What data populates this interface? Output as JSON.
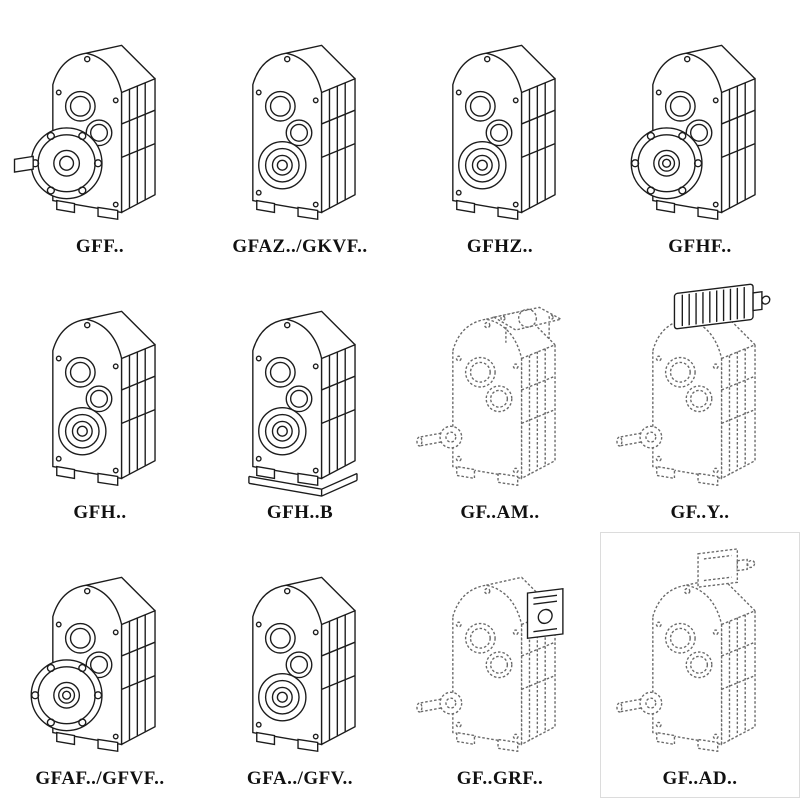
{
  "page": {
    "background": "#ffffff",
    "line_color": "#1c1c1c",
    "phantom_line_color": "#6a6a6a"
  },
  "grid": {
    "columns": 4,
    "rows": 3,
    "items": [
      {
        "label": "GFF..",
        "variant": "flange-shaft",
        "line_style": "solid",
        "framed": false,
        "icon": "gearbox-flange-solid-shaft-drawing"
      },
      {
        "label": "GFAZ../GKVF..",
        "variant": "hollow",
        "line_style": "solid",
        "framed": false,
        "icon": "gearbox-hollow-shaft-drawing"
      },
      {
        "label": "GFHZ..",
        "variant": "hollow",
        "line_style": "solid",
        "framed": false,
        "icon": "gearbox-hollow-shaft-drawing"
      },
      {
        "label": "GFHF..",
        "variant": "flange-hollow",
        "line_style": "solid",
        "framed": false,
        "icon": "gearbox-flange-hollow-drawing"
      },
      {
        "label": "GFH..",
        "variant": "hollow",
        "line_style": "solid",
        "framed": false,
        "icon": "gearbox-hollow-shaft-drawing"
      },
      {
        "label": "GFH..B",
        "variant": "hollow-base",
        "line_style": "solid",
        "framed": false,
        "icon": "gearbox-hollow-shaft-base-drawing"
      },
      {
        "label": "GF..AM..",
        "variant": "flange-top",
        "line_style": "dashed",
        "framed": false,
        "icon": "gearbox-iec-adapter-phantom-drawing"
      },
      {
        "label": "GF..Y..",
        "variant": "motor-top",
        "line_style": "dashed",
        "framed": false,
        "icon": "gearmotor-phantom-drawing"
      },
      {
        "label": "GFAF../GFVF..",
        "variant": "flange-hollow",
        "line_style": "solid",
        "framed": false,
        "icon": "gearbox-output-flange-drawing"
      },
      {
        "label": "GFA../GFV..",
        "variant": "hollow",
        "line_style": "solid",
        "framed": false,
        "icon": "gearbox-hollow-shaft-drawing"
      },
      {
        "label": "GF..GRF..",
        "variant": "side-box",
        "line_style": "dashed",
        "framed": false,
        "icon": "gearbox-grf-unit-phantom-drawing"
      },
      {
        "label": "GF..AD..",
        "variant": "top-adapter",
        "line_style": "dashed",
        "framed": true,
        "icon": "gearbox-input-adapter-phantom-drawing"
      }
    ]
  }
}
